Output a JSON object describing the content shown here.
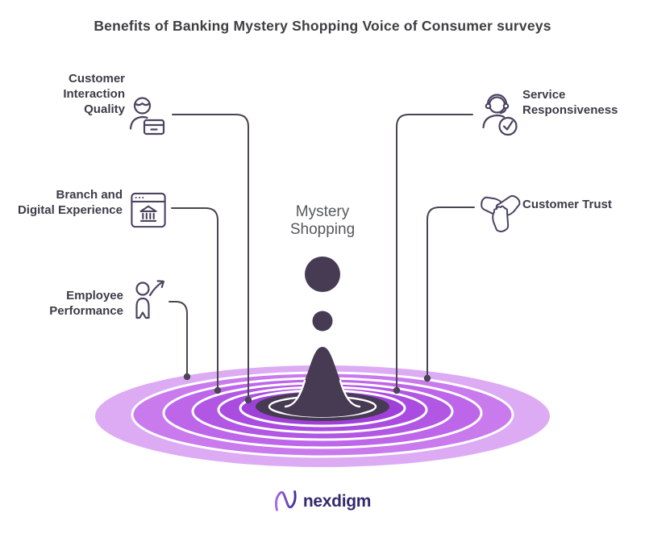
{
  "title": "Benefits of Banking Mystery Shopping Voice of Consumer surveys",
  "center": {
    "label": "Mystery\nShopping"
  },
  "benefits": [
    {
      "id": "customer-interaction-quality",
      "label": "Customer\nInteraction\nQuality",
      "icon": "person-id-card-icon",
      "side": "left"
    },
    {
      "id": "branch-digital-experience",
      "label": "Branch and\nDigital Experience",
      "icon": "browser-bank-icon",
      "side": "left"
    },
    {
      "id": "employee-performance",
      "label": "Employee\nPerformance",
      "icon": "person-growth-arrow-icon",
      "side": "left"
    },
    {
      "id": "service-responsiveness",
      "label": "Service\nResponsiveness",
      "icon": "support-agent-check-icon",
      "side": "right"
    },
    {
      "id": "customer-trust",
      "label": "Customer Trust",
      "icon": "hands-together-icon",
      "side": "right"
    }
  ],
  "logo": {
    "text": "nexdigm"
  },
  "colors": {
    "splash_dark": "#473a53",
    "connector": "#4b4453",
    "ripple_bands": [
      "#dcabf4",
      "#c97aed",
      "#bd66e9",
      "#b157e3",
      "#a94cdf",
      "#9f41d8"
    ],
    "ring_separator": "#ffffff",
    "title_text": "#3f3f41",
    "label_text": "#3c3c49",
    "logo_text": "#352a6d",
    "logo_mark_gradient": [
      "#a568e2",
      "#44319f"
    ]
  }
}
